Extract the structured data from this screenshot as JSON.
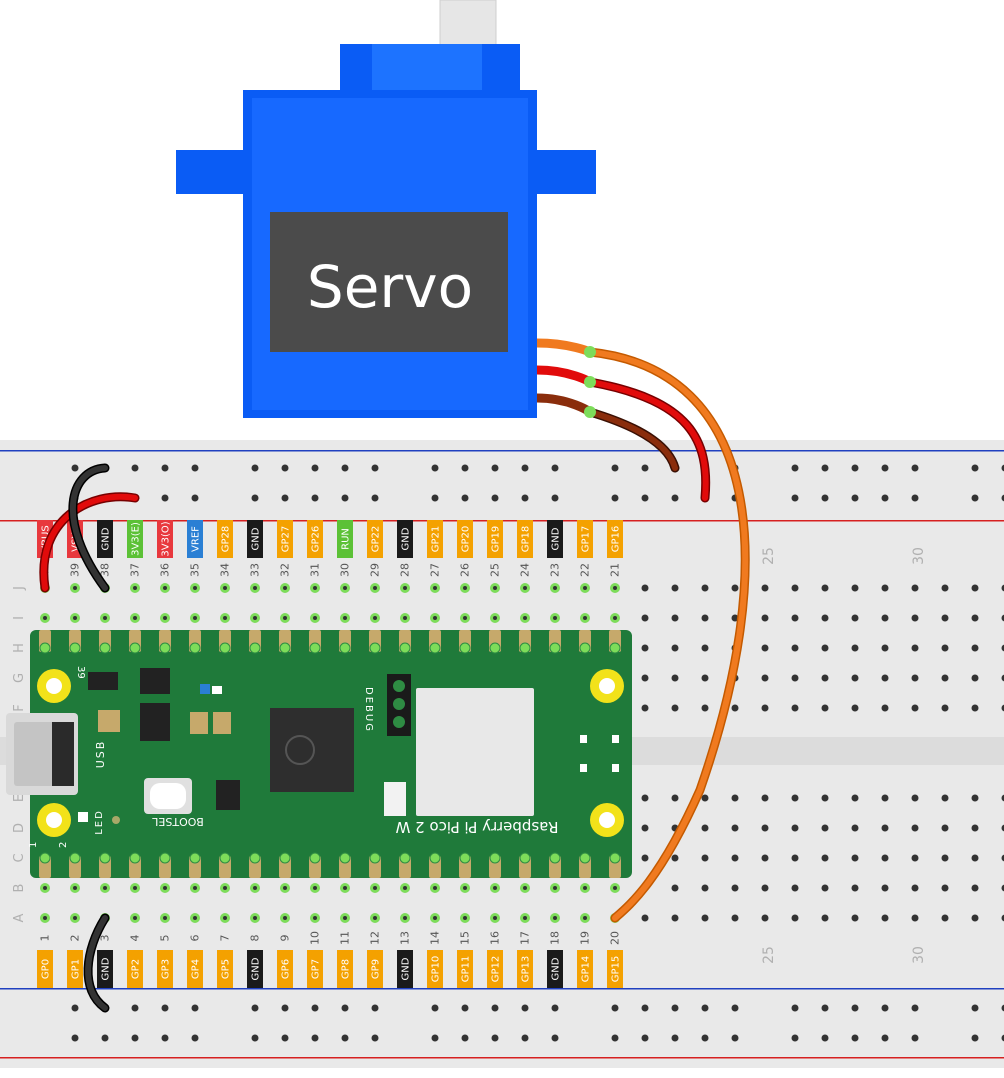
{
  "servo": {
    "label": "Servo",
    "body_color": "#0a5cf5",
    "label_panel_color": "#4b4b4b",
    "wire_colors": {
      "signal": "#f07a1f",
      "power": "#e10b0b",
      "ground": "#8a2d0c"
    }
  },
  "breadboard": {
    "column_marks": [
      "25",
      "30"
    ],
    "row_letters_top": [
      "J",
      "I",
      "H",
      "G",
      "F"
    ],
    "row_letters_bottom": [
      "E",
      "D",
      "C",
      "B",
      "A"
    ],
    "rail_colors": {
      "positive": "#d62020",
      "negative": "#2040c0"
    }
  },
  "pico": {
    "board_name": "Raspberry Pi Pico 2 W",
    "button_label": "BOOTSEL",
    "usb_label": "USB",
    "led_label": "LED",
    "debug_label": "DEBUG",
    "pin_number_top_left": "39",
    "pin_number_bottom_left_1": "1",
    "pin_number_bottom_left_2": "2",
    "board_color": "#1f7a3a",
    "top_pin_numbers": [
      "40",
      "39",
      "38",
      "37",
      "36",
      "35",
      "34",
      "33",
      "32",
      "31",
      "30",
      "29",
      "28",
      "27",
      "26",
      "25",
      "24",
      "23",
      "22",
      "21"
    ],
    "top_pin_labels": [
      {
        "text": "VBUS",
        "color": "#e8383d"
      },
      {
        "text": "VSYS",
        "color": "#e8383d"
      },
      {
        "text": "GND",
        "color": "#1a1a1a"
      },
      {
        "text": "3V3(E)",
        "color": "#5cc136"
      },
      {
        "text": "3V3(O)",
        "color": "#e8383d"
      },
      {
        "text": "VREF",
        "color": "#2a7fd4"
      },
      {
        "text": "GP28",
        "color": "#f4a100"
      },
      {
        "text": "GND",
        "color": "#1a1a1a"
      },
      {
        "text": "GP27",
        "color": "#f4a100"
      },
      {
        "text": "GP26",
        "color": "#f4a100"
      },
      {
        "text": "RUN",
        "color": "#5cc136"
      },
      {
        "text": "GP22",
        "color": "#f4a100"
      },
      {
        "text": "GND",
        "color": "#1a1a1a"
      },
      {
        "text": "GP21",
        "color": "#f4a100"
      },
      {
        "text": "GP20",
        "color": "#f4a100"
      },
      {
        "text": "GP19",
        "color": "#f4a100"
      },
      {
        "text": "GP18",
        "color": "#f4a100"
      },
      {
        "text": "GND",
        "color": "#1a1a1a"
      },
      {
        "text": "GP17",
        "color": "#f4a100"
      },
      {
        "text": "GP16",
        "color": "#f4a100"
      }
    ],
    "bottom_pin_numbers": [
      "1",
      "2",
      "3",
      "4",
      "5",
      "6",
      "7",
      "8",
      "9",
      "10",
      "11",
      "12",
      "13",
      "14",
      "15",
      "16",
      "17",
      "18",
      "19",
      "20"
    ],
    "bottom_pin_labels": [
      {
        "text": "GP0",
        "color": "#f4a100"
      },
      {
        "text": "GP1",
        "color": "#f4a100"
      },
      {
        "text": "GND",
        "color": "#1a1a1a"
      },
      {
        "text": "GP2",
        "color": "#f4a100"
      },
      {
        "text": "GP3",
        "color": "#f4a100"
      },
      {
        "text": "GP4",
        "color": "#f4a100"
      },
      {
        "text": "GP5",
        "color": "#f4a100"
      },
      {
        "text": "GND",
        "color": "#1a1a1a"
      },
      {
        "text": "GP6",
        "color": "#f4a100"
      },
      {
        "text": "GP7",
        "color": "#f4a100"
      },
      {
        "text": "GP8",
        "color": "#f4a100"
      },
      {
        "text": "GP9",
        "color": "#f4a100"
      },
      {
        "text": "GND",
        "color": "#1a1a1a"
      },
      {
        "text": "GP10",
        "color": "#f4a100"
      },
      {
        "text": "GP11",
        "color": "#f4a100"
      },
      {
        "text": "GP12",
        "color": "#f4a100"
      },
      {
        "text": "GP13",
        "color": "#f4a100"
      },
      {
        "text": "GND",
        "color": "#1a1a1a"
      },
      {
        "text": "GP14",
        "color": "#f4a100"
      },
      {
        "text": "GP15",
        "color": "#f4a100"
      }
    ]
  }
}
